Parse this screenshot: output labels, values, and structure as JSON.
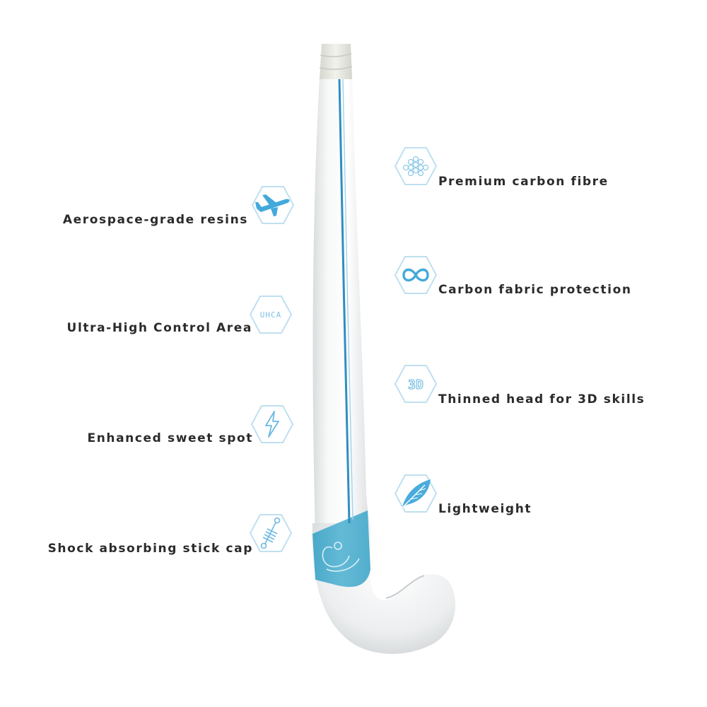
{
  "accent_color": "#3aa6d8",
  "band_color": "#5cb4d2",
  "features_left": [
    {
      "label": "Aerospace-grade resins",
      "icon": "airplane-icon"
    },
    {
      "label": "Ultra-High Control Area",
      "icon": "uhca-icon",
      "icon_text": "UHCA"
    },
    {
      "label": "Enhanced sweet spot",
      "icon": "lightning-icon"
    },
    {
      "label": "Shock absorbing stick cap",
      "icon": "shock-absorber-icon"
    }
  ],
  "features_right": [
    {
      "label": "Premium carbon fibre",
      "icon": "honeycomb-icon"
    },
    {
      "label": "Carbon fabric protection",
      "icon": "infinity-icon"
    },
    {
      "label": "Thinned head for 3D skills",
      "icon": "3d-icon",
      "icon_text": "3D"
    },
    {
      "label": "Lightweight",
      "icon": "feather-icon"
    }
  ]
}
